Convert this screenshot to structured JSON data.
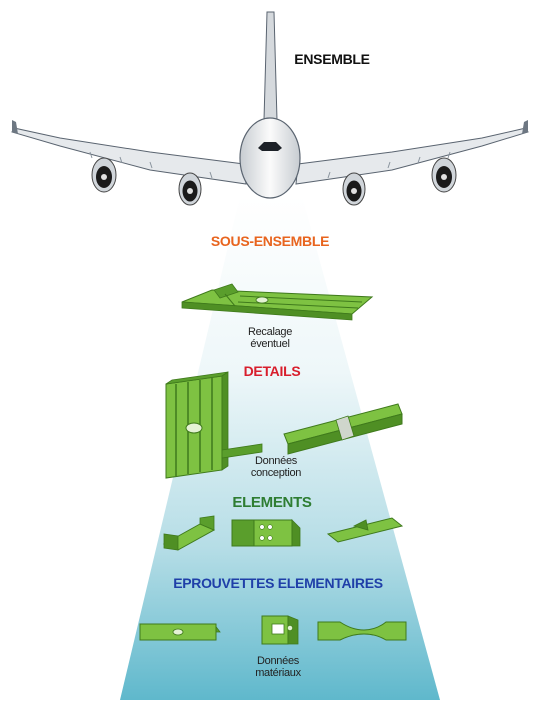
{
  "levels": {
    "ensemble": "ENSEMBLE",
    "sous_ensemble": "SOUS-ENSEMBLE",
    "details": "DETAILS",
    "elements": "ELEMENTS",
    "eprouvettes": "EPROUVETTES ELEMENTAIRES"
  },
  "notes": {
    "recalage": [
      "Recalage",
      "éventuel"
    ],
    "conception": [
      "Données",
      "conception"
    ],
    "materiaux": [
      "Données",
      "matériaux"
    ]
  },
  "colors": {
    "ensemble": "#111111",
    "sous_ensemble": "#e8641e",
    "details": "#d81e2c",
    "elements": "#2e7d32",
    "eprouvettes": "#1f3fa8",
    "part_green": "#7ec242",
    "part_dark": "#3f7a1c",
    "beam_top": "#ffffff",
    "beam_bottom": "#5fb8cc"
  }
}
